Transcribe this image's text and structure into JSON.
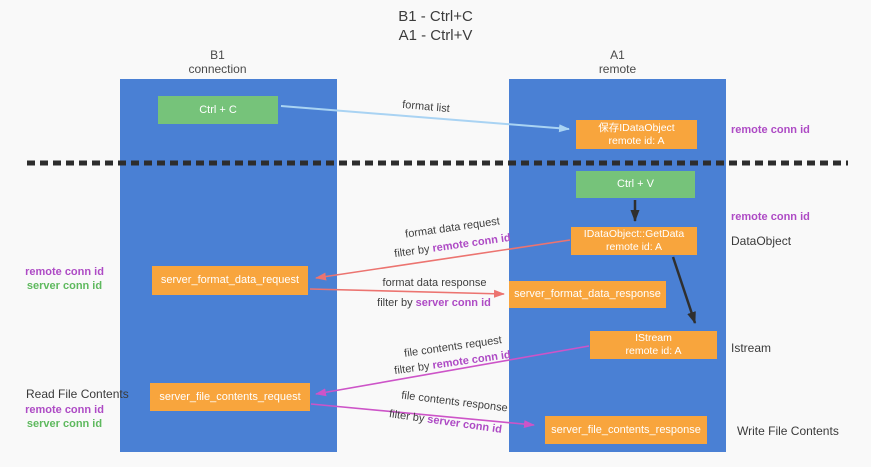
{
  "title": {
    "line1": "B1 - Ctrl+C",
    "line2": "A1 - Ctrl+V"
  },
  "lanes": {
    "left": {
      "name": "B1",
      "role": "connection"
    },
    "right": {
      "name": "A1",
      "role": "remote"
    }
  },
  "nodes": {
    "ctrl_c": {
      "label": "Ctrl + C"
    },
    "saved_idataobject": {
      "line1": "保存IDataObject",
      "line2": "remote id: A"
    },
    "ctrl_v": {
      "label": "Ctrl + V"
    },
    "idataobject_getdata": {
      "line1": "IDataObject::GetData",
      "line2": "remote id: A"
    },
    "server_format_data_request": {
      "label": "server_format_data_request"
    },
    "server_format_data_response": {
      "label": "server_format_data_response"
    },
    "istream": {
      "line1": "IStream",
      "line2": "remote id: A"
    },
    "server_file_contents_request": {
      "label": "server_file_contents_request"
    },
    "server_file_contents_response": {
      "label": "server_file_contents_response"
    }
  },
  "edge_labels": {
    "format_list": "format list",
    "format_data_request": "format data request",
    "format_data_request_filter": {
      "prefix": "filter by ",
      "key": "remote conn id"
    },
    "format_data_response": "format data response",
    "format_data_response_filter": {
      "prefix": "filter by ",
      "key": "server conn id"
    },
    "file_contents_request": "file contents request",
    "file_contents_request_filter": {
      "prefix": "filter by ",
      "key": "remote conn id"
    },
    "file_contents_response": "file contents response",
    "file_contents_response_filter": {
      "prefix": "filter by ",
      "key": "server conn id"
    }
  },
  "annotations": {
    "right_top_remote_conn_id": "remote conn id",
    "right_mid_remote_conn_id": "remote conn id",
    "dataobject": "DataObject",
    "istream": "Istream",
    "write_file_contents": "Write File Contents",
    "read_file_contents": "Read File Contents",
    "left_format_remote_conn_id": "remote conn id",
    "left_format_server_conn_id": "server conn id",
    "left_file_remote_conn_id": "remote conn id",
    "left_file_server_conn_id": "server conn id"
  },
  "colors": {
    "lane_blue": "#4a80d4",
    "node_green": "#76c37a",
    "node_orange": "#f8a53d",
    "arrow_light_blue": "#a9d3f3",
    "arrow_red": "#ec7470",
    "arrow_magenta": "#cd54c8",
    "arrow_black": "#2f2f2f",
    "keyword_purple": "#ae4bc5",
    "keyword_green": "#5eb95e"
  }
}
